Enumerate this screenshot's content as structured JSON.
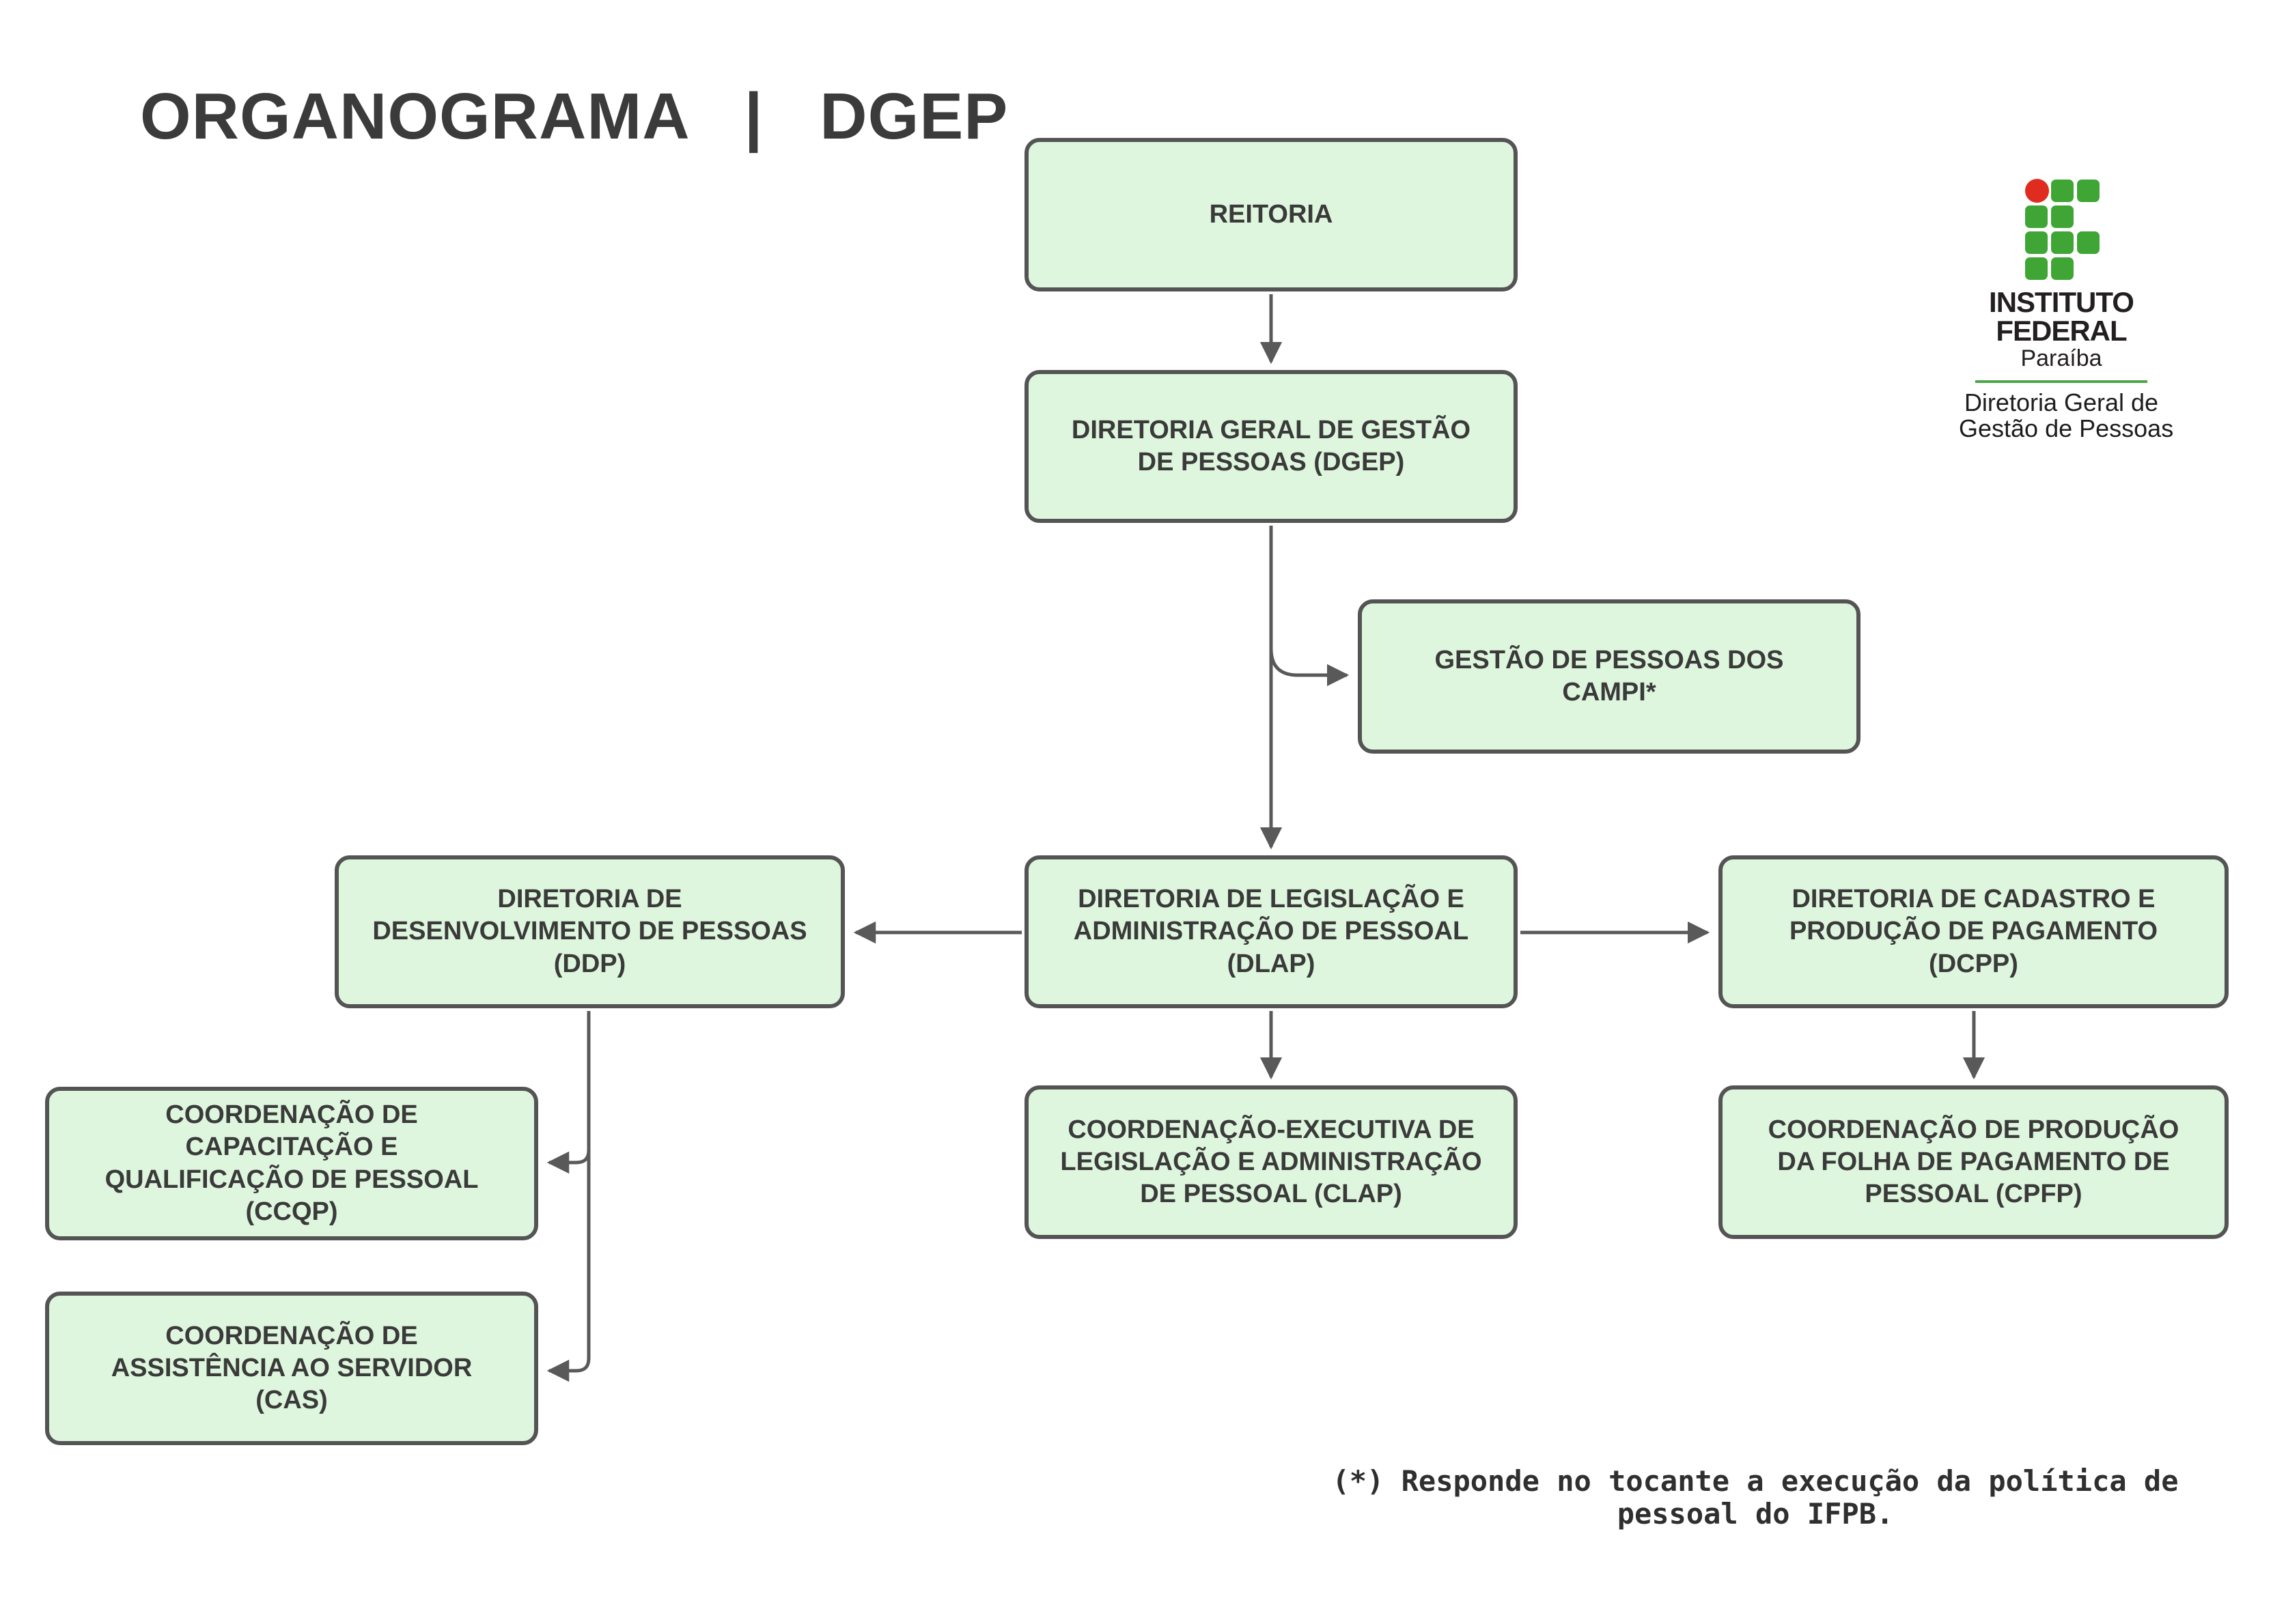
{
  "title": "ORGANOGRAMA | DGEP",
  "nodes": {
    "reitoria": {
      "label": [
        "REITORIA"
      ]
    },
    "dgep": {
      "label": [
        "DIRETORIA GERAL DE GESTÃO",
        "DE PESSOAS (DGEP)"
      ]
    },
    "campi": {
      "label": [
        "GESTÃO DE PESSOAS DOS",
        "CAMPI*"
      ]
    },
    "ddp": {
      "label": [
        "DIRETORIA DE",
        "DESENVOLVIMENTO DE PESSOAS",
        "(DDP)"
      ]
    },
    "dlap": {
      "label": [
        "DIRETORIA DE LEGISLAÇÃO E",
        "ADMINISTRAÇÃO DE PESSOAL",
        "(DLAP)"
      ]
    },
    "dcpp": {
      "label": [
        "DIRETORIA DE CADASTRO E",
        "PRODUÇÃO DE PAGAMENTO",
        "(DCPP)"
      ]
    },
    "ccqp": {
      "label": [
        "COORDENAÇÃO DE",
        "CAPACITAÇÃO E",
        "QUALIFICAÇÃO DE PESSOAL",
        "(CCQP)"
      ]
    },
    "cas": {
      "label": [
        "COORDENAÇÃO DE",
        "ASSISTÊNCIA AO SERVIDOR",
        "(CAS)"
      ]
    },
    "clap": {
      "label": [
        "COORDENAÇÃO-EXECUTIVA DE",
        "LEGISLAÇÃO E ADMINISTRAÇÃO",
        "DE PESSOAL (CLAP)"
      ]
    },
    "cpfp": {
      "label": [
        "COORDENAÇÃO DE PRODUÇÃO",
        "DA FOLHA DE PAGAMENTO DE",
        "PESSOAL (CPFP)"
      ]
    }
  },
  "edges": [
    {
      "from": "reitoria",
      "to": "dgep"
    },
    {
      "from": "dgep",
      "to": "campi"
    },
    {
      "from": "dgep",
      "to": "dlap"
    },
    {
      "from": "dlap",
      "to": "ddp"
    },
    {
      "from": "dlap",
      "to": "dcpp"
    },
    {
      "from": "dlap",
      "to": "clap"
    },
    {
      "from": "dcpp",
      "to": "cpfp"
    },
    {
      "from": "ddp",
      "to": "ccqp"
    },
    {
      "from": "ddp",
      "to": "cas"
    }
  ],
  "logo": {
    "institution_line1": "INSTITUTO",
    "institution_line2": "FEDERAL",
    "region": "Paraíba",
    "department_line1": "Diretoria Geral de",
    "department_line2": "Gestão de Pessoas"
  },
  "footnote": {
    "lines": [
      "(*) Responde no tocante a execução da política de",
      "pessoal do IFPB."
    ]
  },
  "colors": {
    "node_fill": "#def6dd",
    "node_border": "#545454",
    "connector": "#595959",
    "node_text": "#3a3a3a",
    "title_text": "#3b3b3b",
    "logo_green": "#3fa535",
    "logo_red": "#e02b20",
    "logo_underline": "#4ca648",
    "footnote_text": "#2f2f2f"
  }
}
